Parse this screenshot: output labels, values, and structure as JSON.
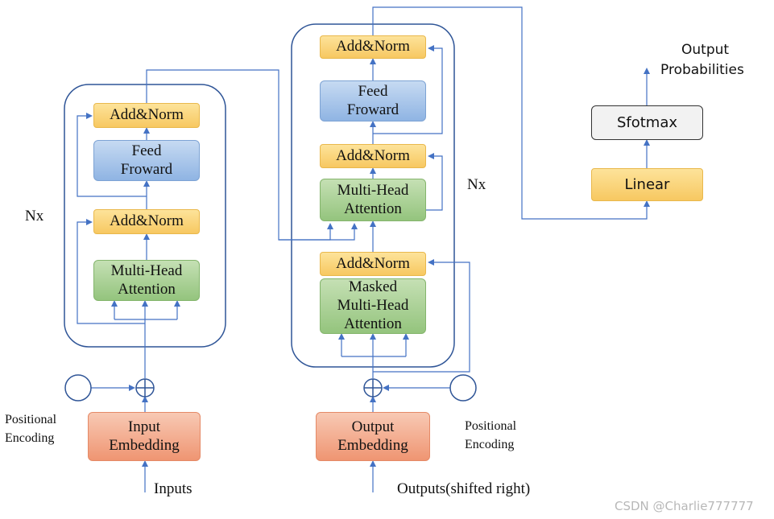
{
  "encoder": {
    "add_norm_top": "Add&Norm",
    "feed_forward": [
      "Feed",
      "Froward"
    ],
    "add_norm_bottom": "Add&Norm",
    "attention": [
      "Multi-Head",
      "Attention"
    ],
    "repeat_label": "Nx"
  },
  "decoder": {
    "add_norm_top": "Add&Norm",
    "feed_forward": [
      "Feed",
      "Froward"
    ],
    "add_norm_middle": "Add&Norm",
    "attention": [
      "Multi-Head",
      "Attention"
    ],
    "add_norm_bottom": "Add&Norm",
    "masked_attention": [
      "Masked",
      "Multi-Head",
      "Attention"
    ],
    "repeat_label": "Nx"
  },
  "input_side": {
    "embedding": [
      "Input",
      "Embedding"
    ],
    "positional_encoding": [
      "Positional",
      "Encoding"
    ],
    "inputs_label": "Inputs"
  },
  "output_side": {
    "embedding": [
      "Output",
      "Embedding"
    ],
    "positional_encoding": [
      "Positional",
      "Encoding"
    ],
    "outputs_label": "Outputs(shifted right)"
  },
  "head": {
    "linear": "Linear",
    "softmax": "Sfotmax",
    "output": [
      "Output",
      "Probabilities"
    ]
  },
  "watermark": "CSDN @Charlie777777",
  "colors": {
    "arrow": "#4472c4",
    "container_border": "#2f5597"
  }
}
